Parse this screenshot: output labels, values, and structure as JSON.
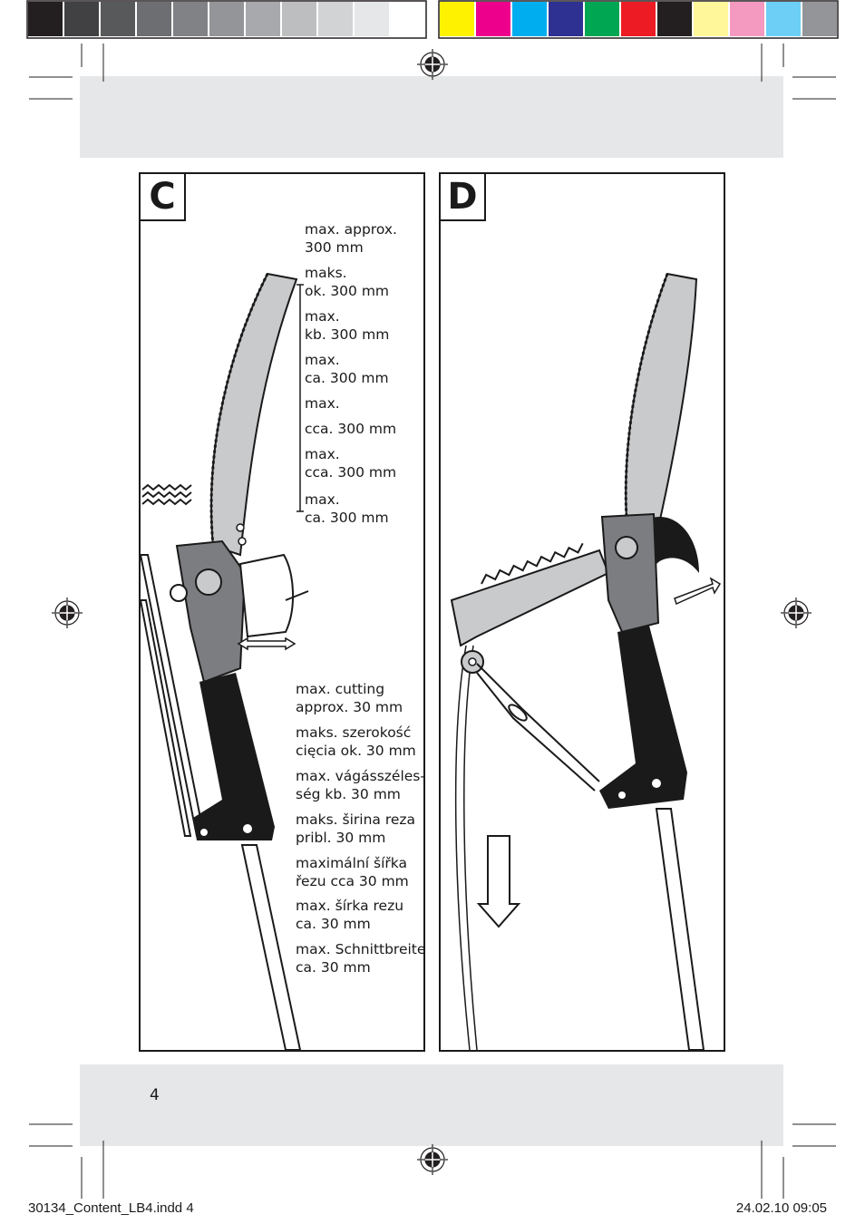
{
  "print_colors": {
    "grays": [
      "#231f20",
      "#414042",
      "#58595b",
      "#6d6e71",
      "#808285",
      "#939598",
      "#a7a9ac",
      "#bcbec0",
      "#d1d3d4",
      "#e6e7e8",
      "#ffffff"
    ],
    "process": [
      "#fff200",
      "#ec008c",
      "#00aeef",
      "#2e3192",
      "#00a651",
      "#ed1c24",
      "#231f20",
      "#fff799",
      "#f49ac1",
      "#6dcff6",
      "#939598"
    ]
  },
  "band_color": "#e6e7e8",
  "figure_c": {
    "label": "C",
    "saw_length_captions": [
      {
        "line1": "max. approx.",
        "line2": "300 mm"
      },
      {
        "line1": "maks.",
        "line2": "ok. 300 mm"
      },
      {
        "line1": "max.",
        "line2": "kb. 300 mm"
      },
      {
        "line1": "max.",
        "line2": "ca. 300 mm"
      },
      {
        "line1": "max.",
        "line2": ""
      },
      {
        "line1": "cca. 300 mm",
        "line2": ""
      },
      {
        "line1": "max.",
        "line2": "cca. 300 mm"
      },
      {
        "line1": "max.",
        "line2": "ca. 300 mm"
      }
    ],
    "cutting_width_captions": [
      {
        "line1": "max. cutting",
        "line2": "approx. 30 mm"
      },
      {
        "line1": "maks. szerokość",
        "line2": "cięcia ok. 30 mm"
      },
      {
        "line1": "max. vágásszéles-",
        "line2": "ség kb. 30 mm"
      },
      {
        "line1": "maks. širina reza",
        "line2": "pribl. 30 mm"
      },
      {
        "line1": "maximální šířka",
        "line2": "řezu cca 30 mm"
      },
      {
        "line1": "max. šírka rezu",
        "line2": "ca. 30 mm"
      },
      {
        "line1": "max. Schnittbreite",
        "line2": "ca. 30 mm"
      }
    ]
  },
  "figure_d": {
    "label": "D"
  },
  "page_number": "4",
  "slug": {
    "file": "30134_Content_LB4.indd   4",
    "date": "24.02.10   09:05"
  }
}
